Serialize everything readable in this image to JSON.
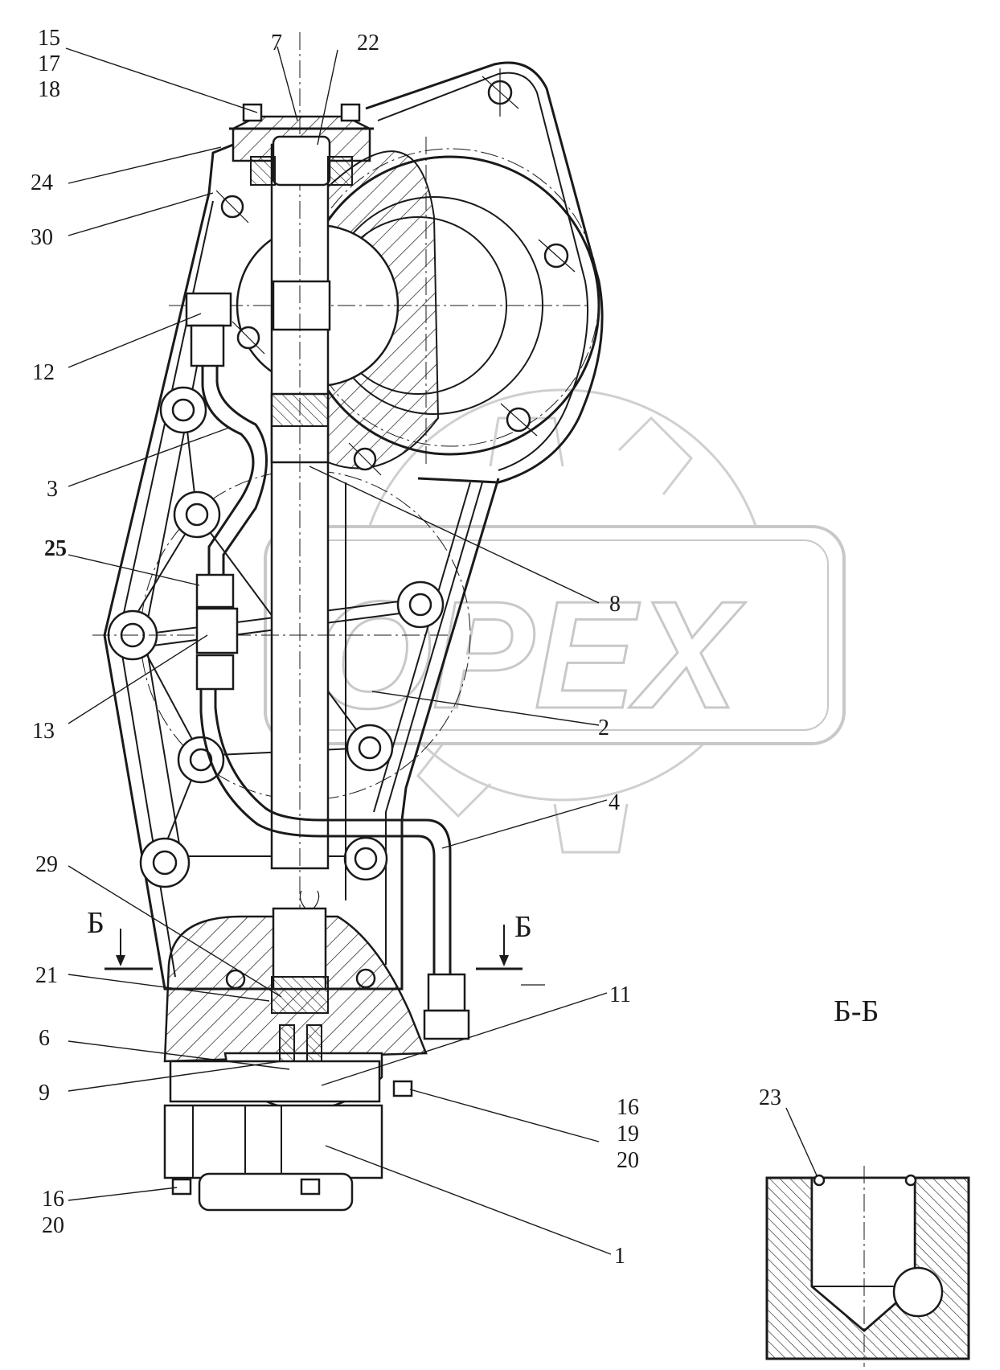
{
  "watermark": {
    "text": "OPEX",
    "color": "#c8c8c8"
  },
  "section": {
    "marker_letter": "Б",
    "title": "Б-Б",
    "callout": "23"
  },
  "callouts": [
    {
      "id": "c-15-17-18",
      "lines": [
        "15",
        "17",
        "18"
      ]
    },
    {
      "id": "c-7",
      "lines": [
        "7"
      ]
    },
    {
      "id": "c-22",
      "lines": [
        "22"
      ]
    },
    {
      "id": "c-24",
      "lines": [
        "24"
      ]
    },
    {
      "id": "c-30",
      "lines": [
        "30"
      ]
    },
    {
      "id": "c-12",
      "lines": [
        "12"
      ]
    },
    {
      "id": "c-3",
      "lines": [
        "3"
      ]
    },
    {
      "id": "c-25",
      "lines": [
        "25"
      ]
    },
    {
      "id": "c-8",
      "lines": [
        "8"
      ]
    },
    {
      "id": "c-13",
      "lines": [
        "13"
      ]
    },
    {
      "id": "c-2",
      "lines": [
        "2"
      ]
    },
    {
      "id": "c-4",
      "lines": [
        "4"
      ]
    },
    {
      "id": "c-29",
      "lines": [
        "29"
      ]
    },
    {
      "id": "c-21",
      "lines": [
        "21"
      ]
    },
    {
      "id": "c-11",
      "lines": [
        "11"
      ]
    },
    {
      "id": "c-6",
      "lines": [
        "6"
      ]
    },
    {
      "id": "c-9",
      "lines": [
        "9"
      ]
    },
    {
      "id": "c-16-19-20",
      "lines": [
        "16",
        "19",
        "20"
      ]
    },
    {
      "id": "c-16-20",
      "lines": [
        "16",
        "20"
      ]
    },
    {
      "id": "c-1",
      "lines": [
        "1"
      ]
    }
  ]
}
